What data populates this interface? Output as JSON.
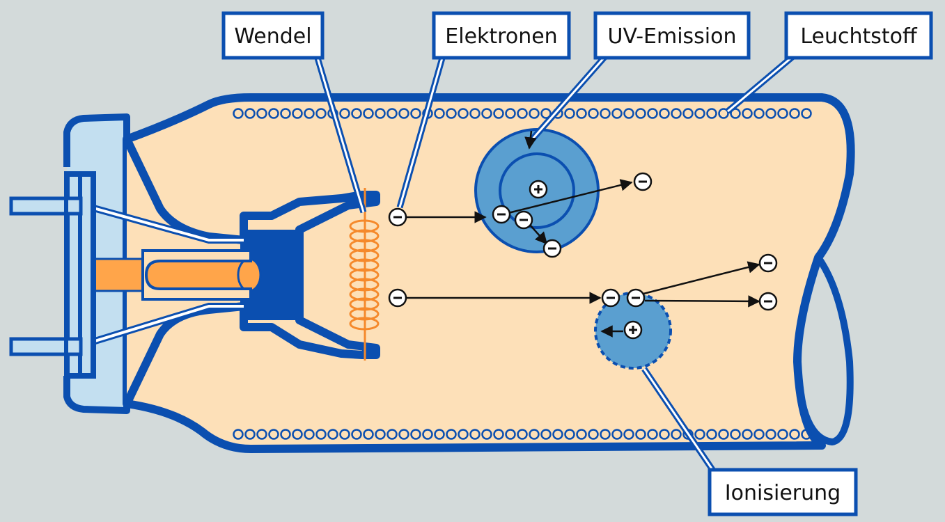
{
  "labels": {
    "wendel": "Wendel",
    "elektronen": "Elektronen",
    "uv_emission": "UV-Emission",
    "leuchtstoff": "Leuchtstoff",
    "ionisierung": "Ionisierung"
  },
  "symbols": {
    "electron": "−",
    "ion": "+"
  },
  "colors": {
    "background": "#d3dada",
    "tube_outline": "#0b4fb0",
    "tube_fill": "#fde0b8",
    "glass_end": "#c3dff0",
    "filament": "#f5892b",
    "pin": "#ffa54a",
    "atom": "#5a9fd0",
    "label_border": "#0b4fb0"
  }
}
